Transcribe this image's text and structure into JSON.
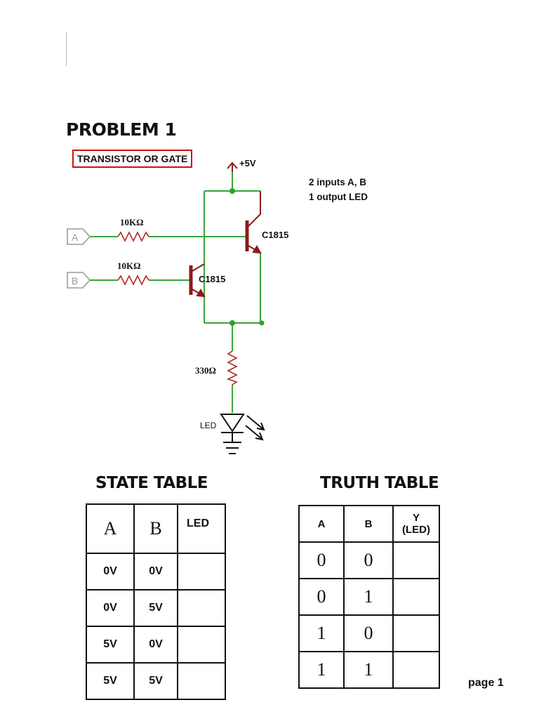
{
  "document": {
    "problem_title": "PROBLEM 1",
    "gate_label": "TRANSISTOR OR GATE",
    "notes": [
      "2 inputs A, B",
      "1 output LED"
    ],
    "page_label": "page 1"
  },
  "circuit": {
    "supply_label": "+5V",
    "input_a_label": "A",
    "input_b_label": "B",
    "resistor_a_label": "10KΩ",
    "resistor_b_label": "10KΩ",
    "transistor_top_label": "C1815",
    "transistor_bottom_label": "C1815",
    "resistor_led_label": "330Ω",
    "led_label": "LED",
    "colors": {
      "wire": "#3aa63a",
      "component": "#8b1a1a",
      "node": "#2e9e2e",
      "input_gray": "#9a9a9a"
    }
  },
  "state_table": {
    "title": "STATE TABLE",
    "headers": [
      "A",
      "B",
      "LED"
    ],
    "rows": [
      [
        "0V",
        "0V",
        ""
      ],
      [
        "0V",
        "5V",
        ""
      ],
      [
        "5V",
        "0V",
        ""
      ],
      [
        "5V",
        "5V",
        ""
      ]
    ]
  },
  "truth_table": {
    "title": "TRUTH TABLE",
    "headers": [
      "A",
      "B",
      "Y",
      "(LED)"
    ],
    "rows": [
      [
        "0",
        "0",
        ""
      ],
      [
        "0",
        "1",
        ""
      ],
      [
        "1",
        "0",
        ""
      ],
      [
        "1",
        "1",
        ""
      ]
    ]
  }
}
